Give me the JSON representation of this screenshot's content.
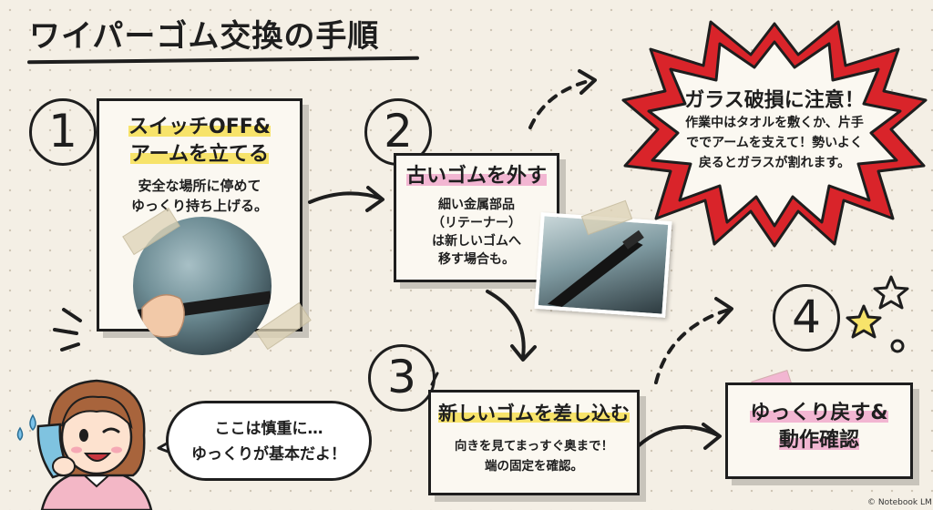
{
  "title": "ワイパーゴム交換の手順",
  "steps": [
    {
      "number": "1",
      "heading_line1": "スイッチOFF&",
      "heading_line2": "アームを立てる",
      "body_line1": "安全な場所に停めて",
      "body_line2": "ゆっくり持ち上げる。"
    },
    {
      "number": "2",
      "heading": "古いゴムを外す",
      "body_line1": "細い金属部品",
      "body_line2": "（リテーナー）",
      "body_line3": "は新しいゴムへ",
      "body_line4": "移す場合も。"
    },
    {
      "number": "3",
      "heading": "新しいゴムを差し込む",
      "body_line1": "向きを見てまっすぐ奥まで！",
      "body_line2": "端の固定を確認。"
    },
    {
      "number": "4",
      "heading_line1": "ゆっくり戻す&",
      "heading_line2": "動作確認"
    }
  ],
  "warning": {
    "title": "ガラス破損に注意！",
    "line1": "作業中はタオルを敷くか、片手",
    "line2": "ででアームを支えて！勢いよく",
    "line3": "戻るとガラスが割れます。"
  },
  "speech": {
    "line1": "ここは慎重に…",
    "line2": "ゆっくりが基本だよ！"
  },
  "credit": "© Notebook LM",
  "colors": {
    "highlight_yellow": "#f7e36a",
    "highlight_pink": "#f2b6d2",
    "burst_red": "#d9242a",
    "ink": "#1e1e1e",
    "paper": "#f4efe5"
  }
}
